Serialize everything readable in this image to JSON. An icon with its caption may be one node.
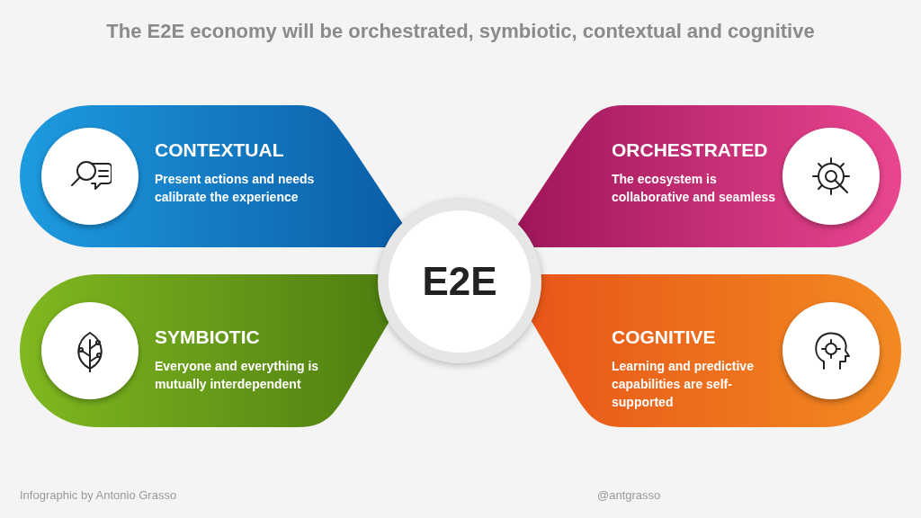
{
  "diagram": {
    "title": "The E2E economy will be orchestrated, symbiotic, contextual and cognitive",
    "nodes": [
      {
        "text": [
          "E2E"
        ]
      },
      {
        "text": [
          "CONTEXTUAL",
          "Present actions and needs calibrate the experience"
        ]
      },
      {
        "text": [
          "ORCHESTRATED",
          "The ecosystem is collaborative and seamless"
        ]
      },
      {
        "text": [
          "SYMBIOTIC",
          "Everyone and everything is mutually interdependent"
        ]
      },
      {
        "text": [
          "COGNITIVE",
          "Learning and predictive capabilities are self-supported"
        ]
      }
    ],
    "edges": [],
    "labels": [
      "Infographic by Antonio Grasso",
      "@antgrasso"
    ]
  }
}
